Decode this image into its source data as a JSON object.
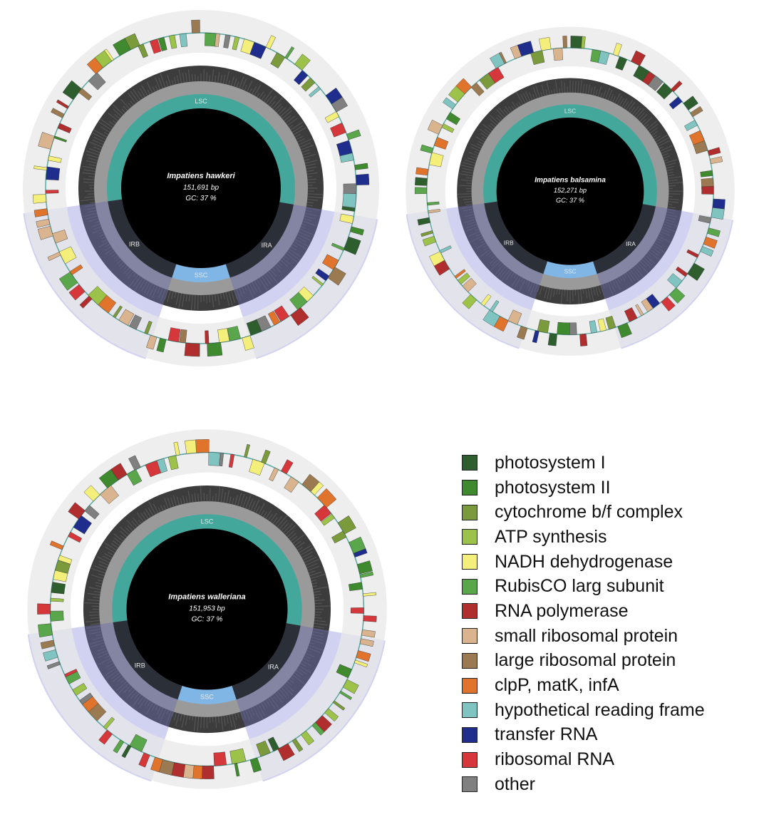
{
  "maps": [
    {
      "species": "Impatiens hawkeri",
      "size": "151,691 bp",
      "gc": "GC: 37 %",
      "regions": {
        "lsc": "LSC",
        "ssc": "SSC",
        "ira": "IRA",
        "irb": "IRB"
      }
    },
    {
      "species": "Impatiens balsamina",
      "size": "152,271 bp",
      "gc": "GC: 37 %",
      "regions": {
        "lsc": "LSC",
        "ssc": "SSC",
        "ira": "IRA",
        "irb": "IRB"
      }
    },
    {
      "species": "Impatiens walleriana",
      "size": "151,953 bp",
      "gc": "GC: 37 %",
      "regions": {
        "lsc": "LSC",
        "ssc": "SSC",
        "ira": "IRA",
        "irb": "IRB"
      }
    }
  ],
  "legend": [
    {
      "label": "photosystem I",
      "color": "#2e5e2e"
    },
    {
      "label": "photosystem II",
      "color": "#3f8a2e"
    },
    {
      "label": "cytochrome b/f complex",
      "color": "#7a9a3c"
    },
    {
      "label": "ATP synthesis",
      "color": "#9cc24a"
    },
    {
      "label": "NADH dehydrogenase",
      "color": "#f4ef7a"
    },
    {
      "label": "RubisCO larg subunit",
      "color": "#5aa64a"
    },
    {
      "label": "RNA polymerase",
      "color": "#b02e2e"
    },
    {
      "label": "small ribosomal protein",
      "color": "#d9b48f"
    },
    {
      "label": "large ribosomal protein",
      "color": "#9b7a52"
    },
    {
      "label": "clpP, matK, infA",
      "color": "#e0742c"
    },
    {
      "label": "hypothetical reading frame",
      "color": "#7fc4c0"
    },
    {
      "label": "transfer RNA",
      "color": "#1f2e8c"
    },
    {
      "label": "ribosomal RNA",
      "color": "#d6373a"
    },
    {
      "label": "other",
      "color": "#808080"
    }
  ]
}
